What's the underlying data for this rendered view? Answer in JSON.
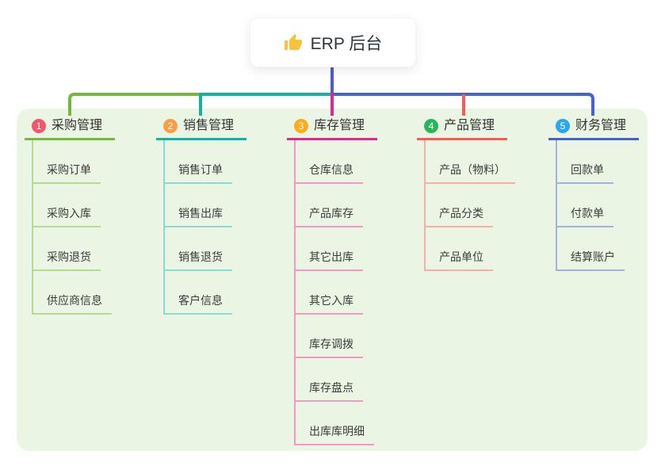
{
  "root": {
    "title": "ERP 后台",
    "icon": "thumbs-up-icon",
    "icon_color": "#f9c23c",
    "connector_color": "#4c5bd4"
  },
  "colors": {
    "panel_background": "#eaf6e3",
    "text_dark": "#2e343d"
  },
  "branches": [
    {
      "number": "1",
      "title": "采购管理",
      "badge_color": "#f4566d",
      "line_color": "#76b73f",
      "child_line_color": "#b2dc92",
      "children": [
        "采购订单",
        "采购入库",
        "采购退货",
        "供应商信息"
      ]
    },
    {
      "number": "2",
      "title": "销售管理",
      "badge_color": "#fc9d43",
      "line_color": "#12b2a4",
      "child_line_color": "#8adcd2",
      "children": [
        "销售订单",
        "销售出库",
        "销售退货",
        "客户信息"
      ]
    },
    {
      "number": "3",
      "title": "库存管理",
      "badge_color": "#fbac1f",
      "line_color": "#e2268c",
      "child_line_color": "#f598c5",
      "children": [
        "仓库信息",
        "产品库存",
        "其它出库",
        "其它入库",
        "库存调拨",
        "库存盘点",
        "出库库明细"
      ]
    },
    {
      "number": "4",
      "title": "产品管理",
      "badge_color": "#2bb55b",
      "line_color": "#f95a55",
      "child_line_color": "#fbada7",
      "children": [
        "产品（物料）",
        "产品分类",
        "产品单位"
      ]
    },
    {
      "number": "5",
      "title": "财务管理",
      "badge_color": "#2aa7ef",
      "line_color": "#4561d2",
      "child_line_color": "#a2b1dd",
      "children": [
        "回款单",
        "付款单",
        "结算账户"
      ]
    }
  ]
}
